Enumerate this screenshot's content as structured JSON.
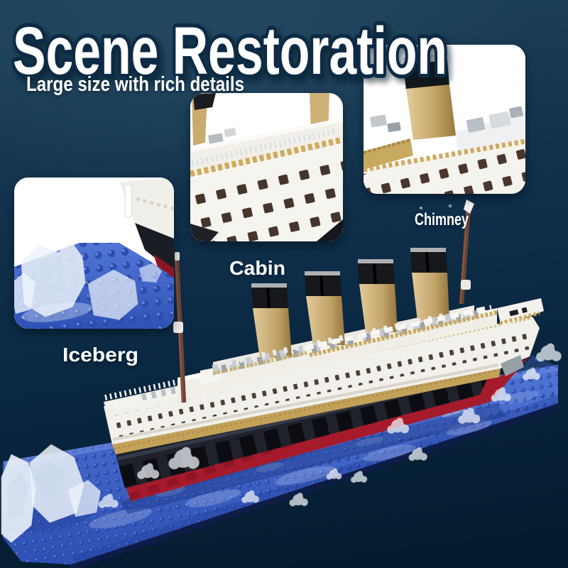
{
  "poster": {
    "title": "Scene Restoration",
    "subtitle": "Large size with rich details"
  },
  "callouts": {
    "cabin": {
      "label": "Cabin"
    },
    "chimney": {
      "label": "Chimney"
    },
    "iceberg": {
      "label": "Iceberg"
    }
  },
  "colors": {
    "bg_top": "#1f4459",
    "bg_mid": "#10304b",
    "bg_bottom": "#03192c",
    "water_blue": "#3f64cc",
    "water_deep": "#2c4cae",
    "water_edge": "#0e1c48",
    "hull_white": "#f2f0ea",
    "deck_gold": "#c9a95e",
    "tan_stripe": "#c3a258",
    "funnel_tan": "#c9ad76",
    "funnel_cap": "#17181c",
    "hull_dark": "#20222b",
    "keel_red": "#a61b2c",
    "mast_brown": "#6f4433",
    "ice_white": "#edf3fa",
    "text_white": "#ffffff",
    "title_outline": "#0b2a44"
  }
}
